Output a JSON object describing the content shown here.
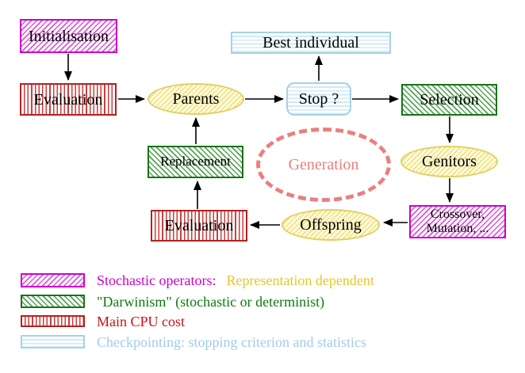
{
  "nodes": {
    "initialisation": "Initialisation",
    "evaluation_top": "Evaluation",
    "parents": "Parents",
    "best_individual": "Best individual",
    "stop": "Stop ?",
    "selection": "Selection",
    "replacement": "Replacement",
    "generation": "Generation",
    "genitors": "Genitors",
    "crossover_line1": "Crossover,",
    "crossover_line2": "Mutation, ...",
    "offspring": "Offspring",
    "evaluation_bottom": "Evaluation"
  },
  "legend": {
    "items": [
      {
        "swatch": "magenta-diagonal-hatch",
        "label": "Stochastic operators:",
        "label2": "Representation dependent"
      },
      {
        "swatch": "green-diagonal-hatch",
        "label": "\"Darwinism\" (stochastic or determinist)"
      },
      {
        "swatch": "red-vertical-stripes",
        "label": "Main CPU cost"
      },
      {
        "swatch": "cyan-horizontal-stripes",
        "label": "Checkpointing: stopping criterion and statistics"
      }
    ]
  },
  "colors": {
    "magenta": "#cc00cc",
    "green": "#177317",
    "red": "#b52020",
    "cyan_border": "#a5d2e4",
    "yellow_border": "#e3cf5e",
    "salmon": "#e88080",
    "legend_yellow_text": "#e8c52c",
    "legend_green_text": "#0e7a0e",
    "legend_red_text": "#cc1111",
    "legend_cyan_text": "#9fcce8",
    "arrow": "#000000"
  }
}
